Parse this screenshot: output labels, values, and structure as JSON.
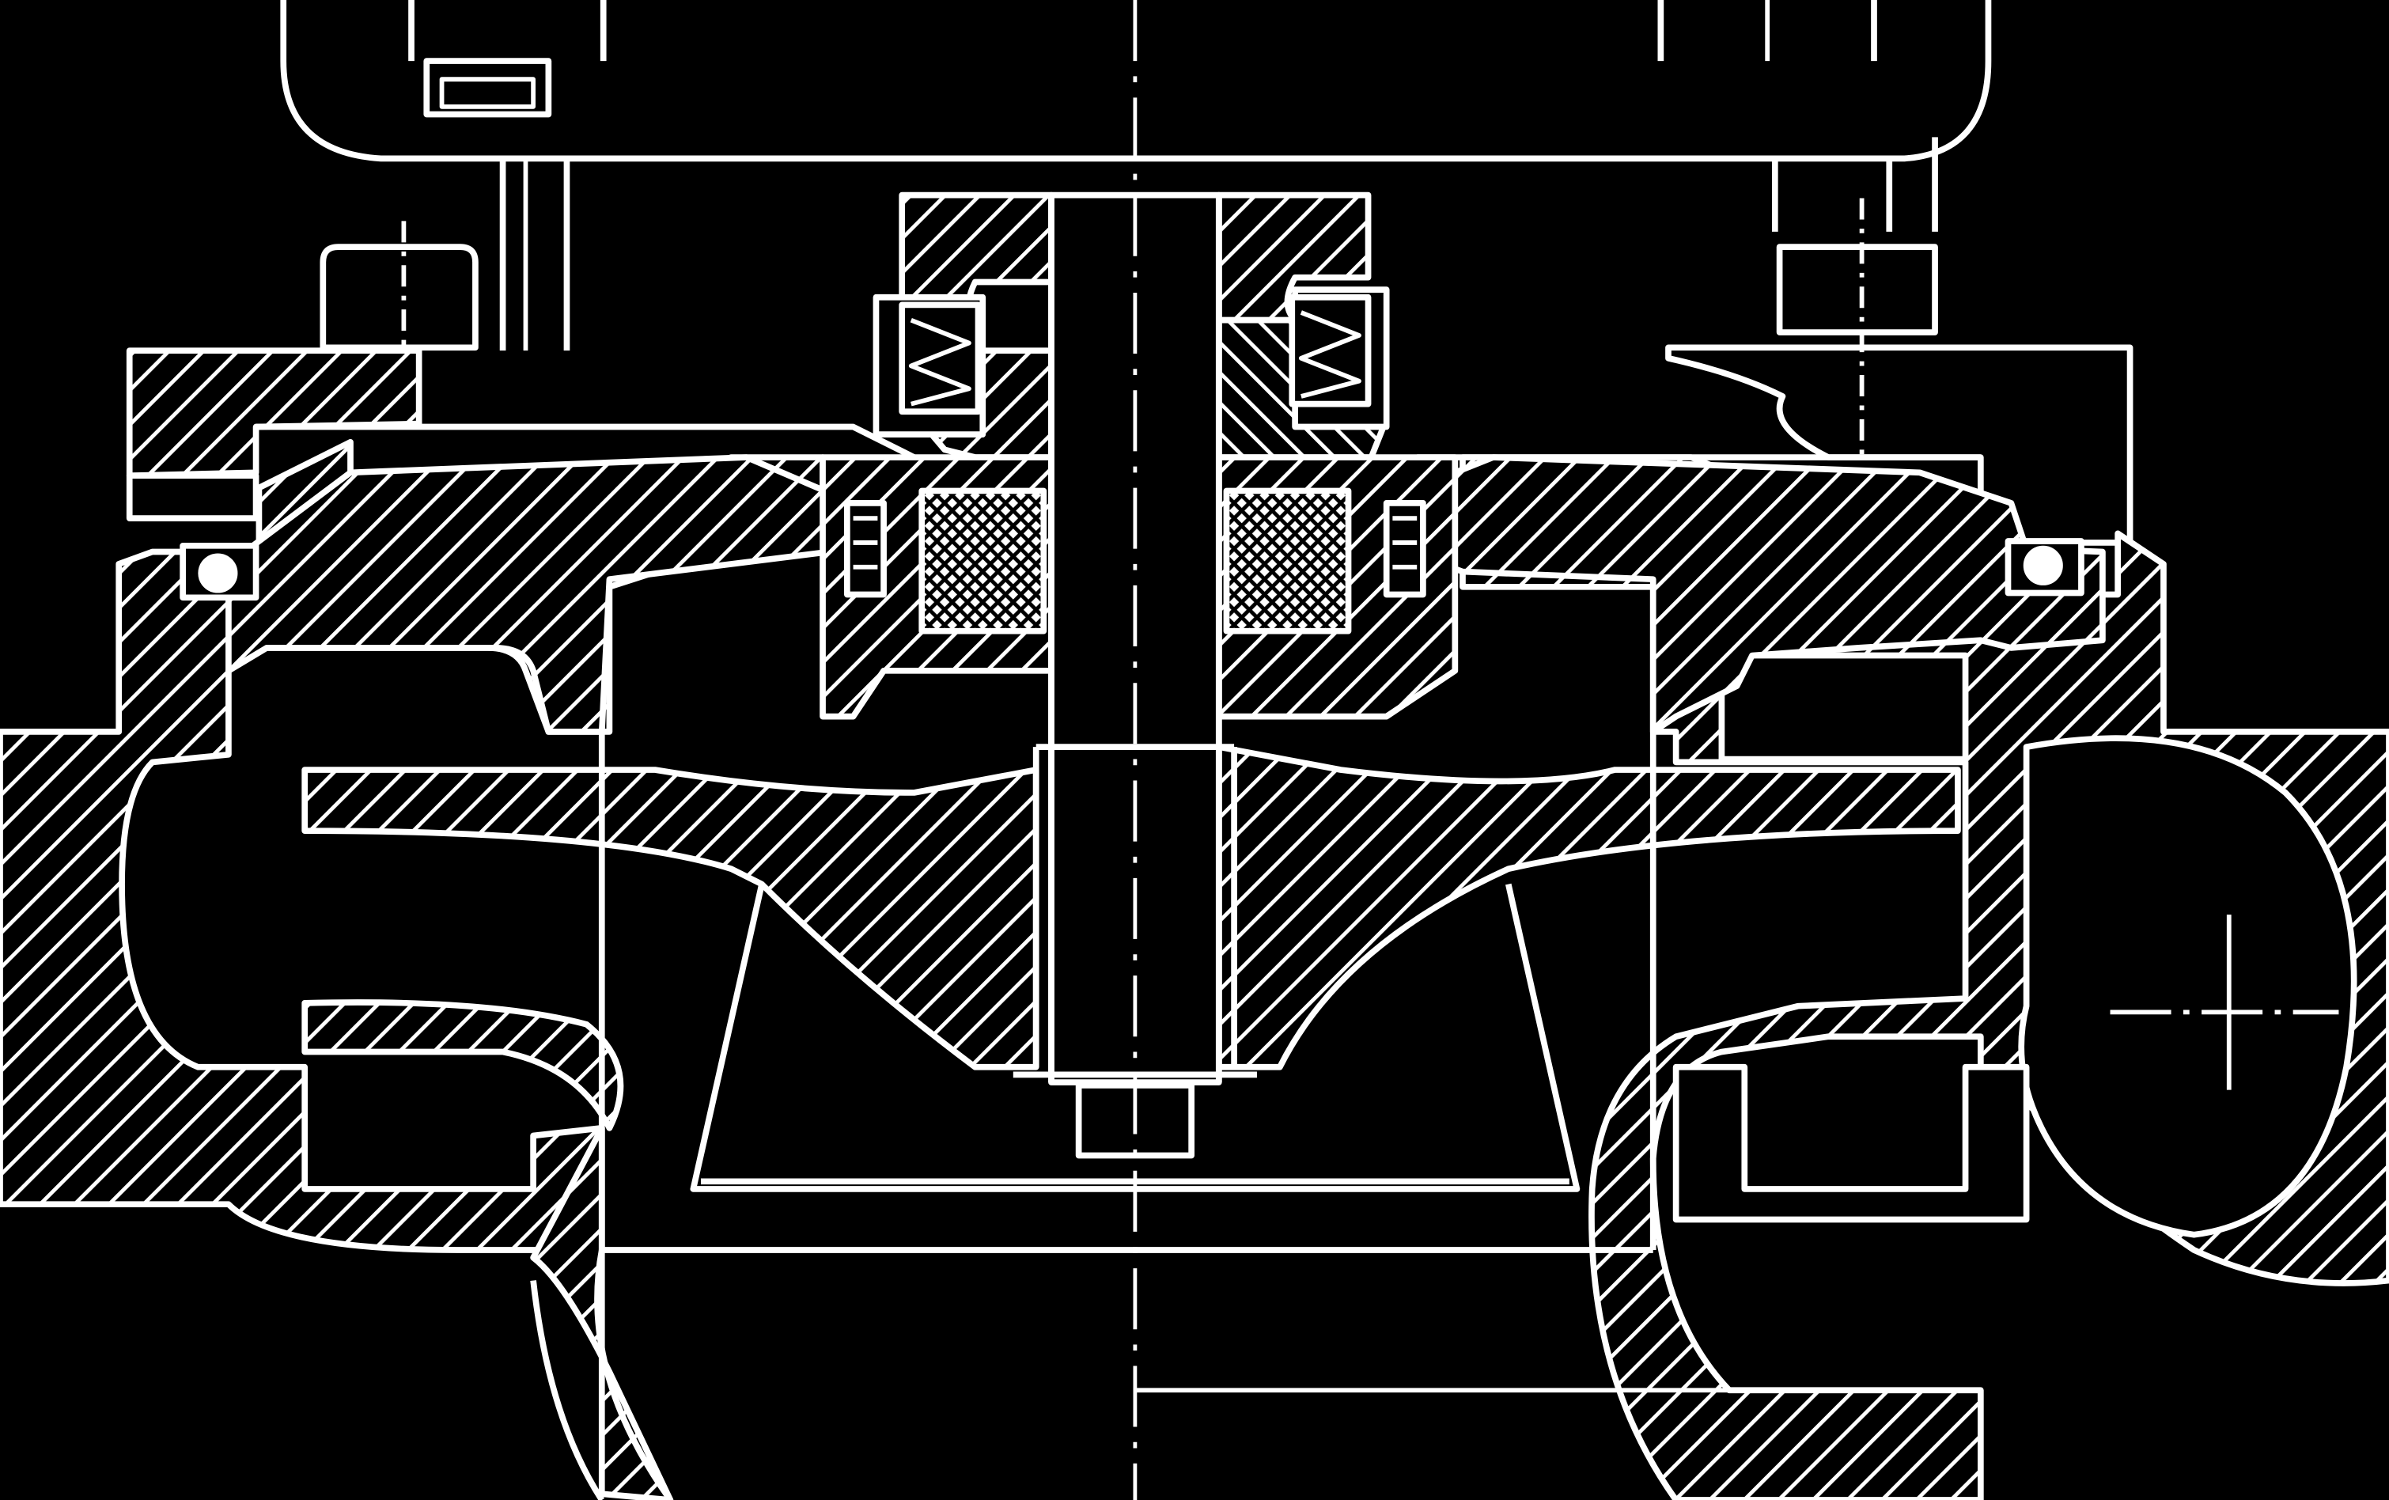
{
  "drawing": {
    "background_color": "#000000",
    "line_color": "#ffffff",
    "components": [
      {
        "id": "motor-housing",
        "kind": "motor housing (top)"
      },
      {
        "id": "mounting-flange",
        "kind": "mounting flange with hatched section"
      },
      {
        "id": "hex-bolt-left",
        "kind": "hex bolt"
      },
      {
        "id": "hex-bolt-right",
        "kind": "hex bolt"
      },
      {
        "id": "drive-shaft",
        "kind": "shaft on centerline"
      },
      {
        "id": "mechanical-seal",
        "kind": "spring-loaded mechanical seal"
      },
      {
        "id": "seal-springs",
        "kind": "coil springs"
      },
      {
        "id": "packing-ring",
        "kind": "cross-hatched packing"
      },
      {
        "id": "impeller",
        "kind": "impeller hub and vanes"
      },
      {
        "id": "pump-casing",
        "kind": "volute casing, hatched section"
      },
      {
        "id": "o-ring-left",
        "kind": "o-ring seal"
      },
      {
        "id": "o-ring-right",
        "kind": "o-ring seal"
      },
      {
        "id": "shaft-nut",
        "kind": "impeller nut"
      },
      {
        "id": "volute-center-mark",
        "kind": "centerline cross"
      }
    ]
  }
}
